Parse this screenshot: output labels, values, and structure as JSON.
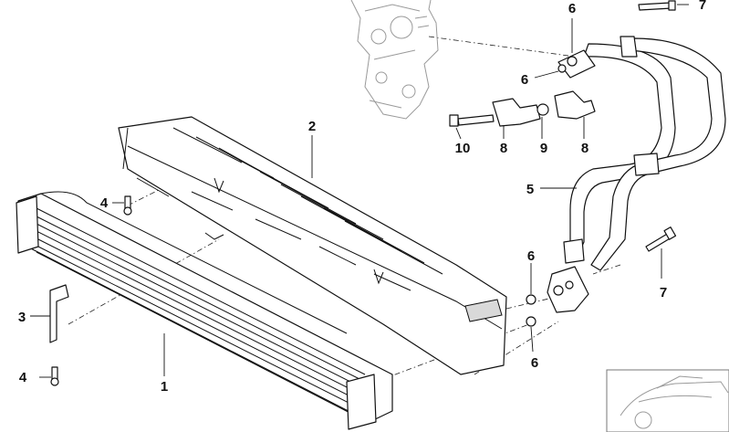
{
  "callouts": [
    {
      "id": "c1",
      "label": "1"
    },
    {
      "id": "c2",
      "label": "2"
    },
    {
      "id": "c3",
      "label": "3"
    },
    {
      "id": "c4a",
      "label": "4"
    },
    {
      "id": "c4b",
      "label": "4"
    },
    {
      "id": "c5",
      "label": "5"
    },
    {
      "id": "c6a",
      "label": "6"
    },
    {
      "id": "c6b",
      "label": "6"
    },
    {
      "id": "c6c",
      "label": "6"
    },
    {
      "id": "c6d",
      "label": "6"
    },
    {
      "id": "c7a",
      "label": "7"
    },
    {
      "id": "c7b",
      "label": "7"
    },
    {
      "id": "c8a",
      "label": "8"
    },
    {
      "id": "c8b",
      "label": "8"
    },
    {
      "id": "c9",
      "label": "9"
    },
    {
      "id": "c10",
      "label": "10"
    }
  ]
}
